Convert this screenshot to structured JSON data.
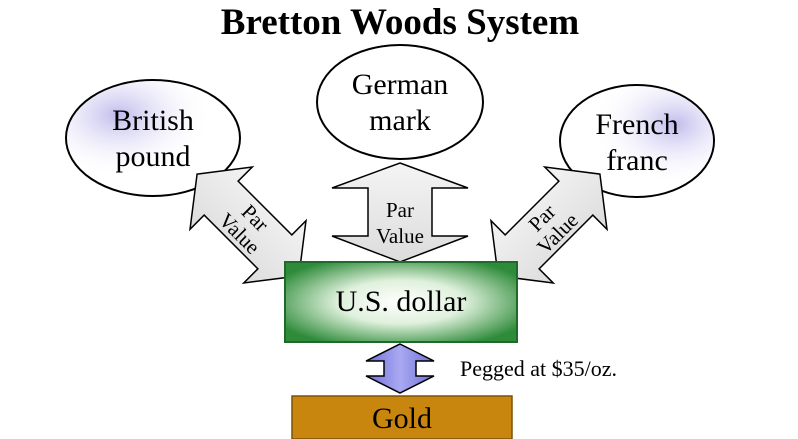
{
  "title": "Bretton Woods System",
  "currencies": {
    "british": [
      "British",
      "pound"
    ],
    "german": [
      "German",
      "mark"
    ],
    "french": [
      "French",
      "franc"
    ]
  },
  "arrow_label": [
    "Par",
    "Value"
  ],
  "center": "U.S. dollar",
  "peg_note": "Pegged at $35/oz.",
  "base": "Gold",
  "colors": {
    "dollar_box": "#2e8b3a",
    "gold_box": "#c9860e",
    "peg_arrow": "#8f8fe6",
    "par_arrow": "#e6e6e6",
    "ellipse_shadow": "#b9b3ea"
  }
}
